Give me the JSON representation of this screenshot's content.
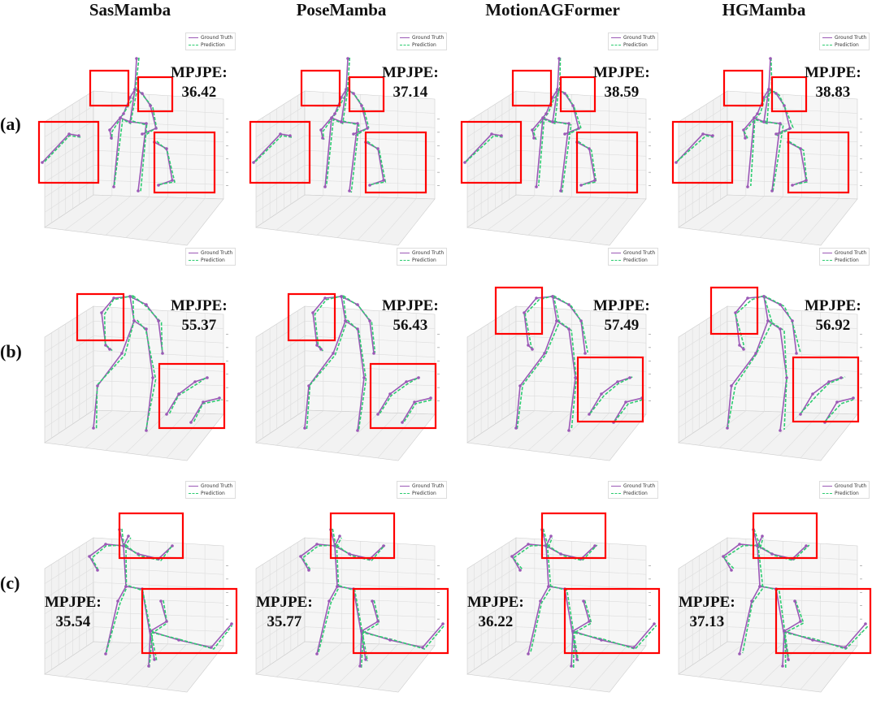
{
  "columns": [
    "SasMamba",
    "PoseMamba",
    "MotionAGFormer",
    "HGMamba"
  ],
  "rows": [
    {
      "label": "(a)",
      "metric_label": "MPJPE:",
      "values": [
        "36.42",
        "37.14",
        "38.59",
        "38.83"
      ]
    },
    {
      "label": "(b)",
      "metric_label": "MPJPE:",
      "values": [
        "55.37",
        "56.43",
        "57.49",
        "56.92"
      ]
    },
    {
      "label": "(c)",
      "metric_label": "MPJPE:",
      "values": [
        "35.54",
        "35.77",
        "36.22",
        "37.13"
      ]
    }
  ],
  "legend": {
    "ground_truth": "Ground Truth",
    "prediction": "Prediction"
  },
  "colors": {
    "ground_truth": "#9b59b6",
    "prediction": "#2ecc71",
    "highlight_box": "#ff0000",
    "axes_pane": "#f2f2f2"
  }
}
